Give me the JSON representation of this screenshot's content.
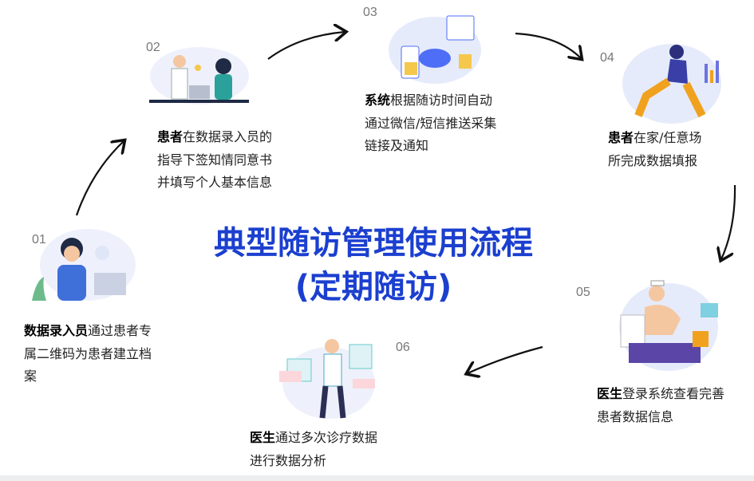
{
  "title": {
    "line1": "典型随访管理使用流程",
    "line2": "(定期随访)"
  },
  "steps": [
    {
      "num": "01",
      "bold": "数据录入员",
      "lines": [
        "通过患者专",
        "属二维码为患者建立档",
        "案"
      ]
    },
    {
      "num": "02",
      "bold": "患者",
      "lines": [
        "在数据录入员的",
        "指导下签知情同意书",
        "并填写个人基本信息"
      ]
    },
    {
      "num": "03",
      "bold": "系统",
      "lines": [
        "根据随访时间自动",
        "通过微信/短信推送采集",
        "链接及通知"
      ]
    },
    {
      "num": "04",
      "bold": "患者",
      "lines": [
        "在家/任意场",
        "所完成数据填报"
      ]
    },
    {
      "num": "05",
      "bold": "医生",
      "lines": [
        "登录系统查看完善",
        "患者数据信息"
      ]
    },
    {
      "num": "06",
      "bold": "医生",
      "lines": [
        "通过多次诊疗数据",
        "进行数据分析"
      ]
    }
  ],
  "colors": {
    "title": "#1b3fcf",
    "blob": "#e6ebfb",
    "accent": "#4f6ef7"
  }
}
